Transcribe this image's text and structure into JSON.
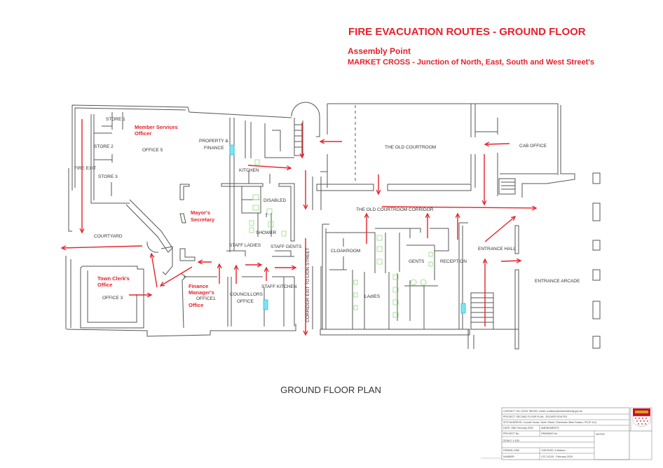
{
  "header": {
    "title": "FIRE EVACUATION ROUTES - GROUND FLOOR",
    "assembly_label": "Assembly Point",
    "assembly_location": "MARKET CROSS - Junction of North, East, South and West Street's"
  },
  "plan_title": "GROUND FLOOR PLAN",
  "colors": {
    "route": "#e8202a",
    "wall": "#555555",
    "fixture": "#8fdc7a",
    "sink": "#22c4dd"
  },
  "rooms": {
    "store1": "STORE 1",
    "store2": "STORE 2",
    "store3": "STORE 3",
    "fire_exit": "FIRE EXIT",
    "office5": "OFFICE 5",
    "property1": "PROPERTY &",
    "property2": "FINANCE",
    "kitchen": "KITCHEN",
    "disabled": "DISABLED",
    "shower": "SHOWER",
    "staff_ladies": "STAFF LADIES",
    "staff_gents": "STAFF GENTS",
    "courtyard": "COURTYARD",
    "office3": "OFFICE 3",
    "office1": "OFFICE1",
    "councillors1": "COUNCILLORS",
    "councillors2": "OFFICE",
    "staff_kitchen": "STAFF KITCHEN",
    "corridor": "CORRIDOR EXIT TO LION STREET",
    "old_courtroom": "THE OLD COURTROOM",
    "cab_office": "CAB OFFICE",
    "old_courtroom_corridor": "THE OLD COURTROOM CORRIDOR",
    "cloakroom": "CLOAKROOM",
    "gents": "GENTS",
    "reception": "RECEPTION",
    "ladies": "LAdIES",
    "entrance_hall": "ENTRANCE HALL",
    "entrance_arcade": "ENTRANCE ARCADE"
  },
  "occupants": {
    "member_services1": "Member Services",
    "member_services2": "Officer",
    "mayors1": "Mayor's",
    "mayors2": "Secretary",
    "town_clerk1": "Town Clerk's",
    "town_clerk2": "Office",
    "finance1": "Finance",
    "finance2": "Manager's",
    "finance3": "Office"
  },
  "title_block": {
    "contact": "CONTACT: Tel: 01243 788 502, email: a.watson@chichestercity.gov.uk",
    "project": "PROJECT: SECOND FLOOR PLAN -  ESCAPE ROUTES",
    "site": "SITE ADDRESS:  Council House, North Street, Chichester West Sussex, PO19 1LQ",
    "date": "DATE:  25th February 2025",
    "amendments": "AMENDMENTS",
    "project_no": "PROJECT No.",
    "drawing_no": "DRAWING No.",
    "scale": "SCALE:   1:100",
    "drawn": "DRAWN:  KDB",
    "checked": "CHECKED:     A Watson",
    "number": "NUMBER:",
    "number_value": "CCC-03-00 - February 2025",
    "notes": "NOTES:"
  }
}
